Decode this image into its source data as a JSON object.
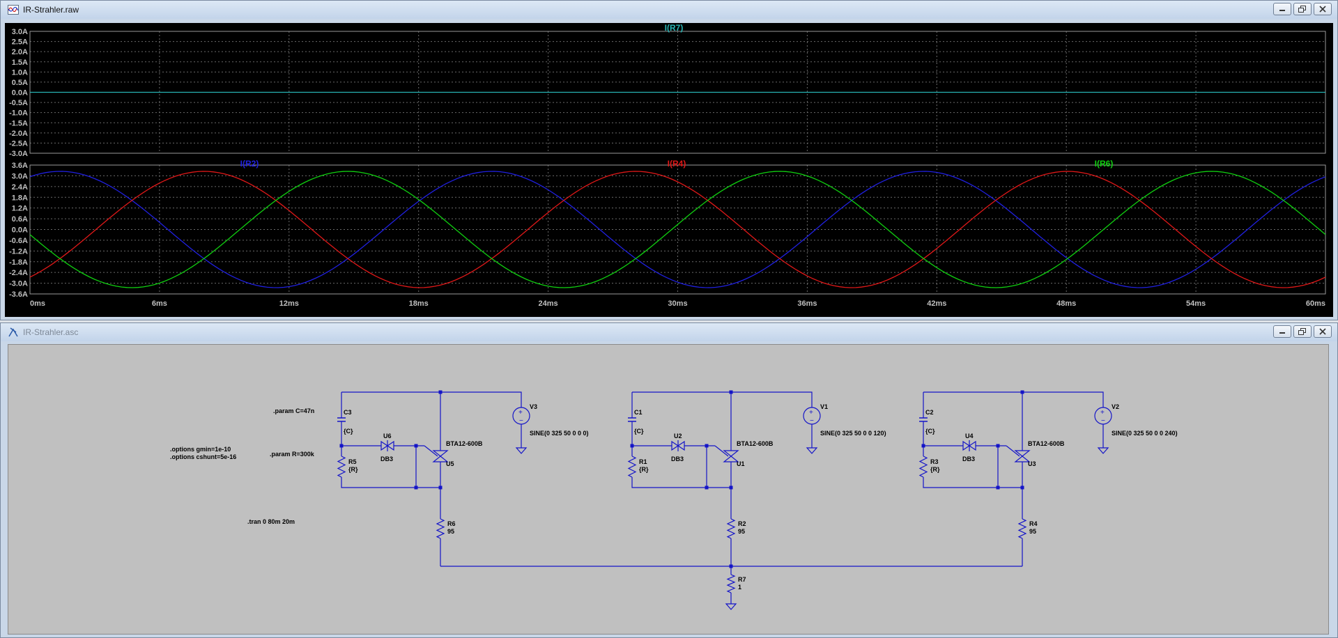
{
  "waveform_window": {
    "title": "IR-Strahler.raw",
    "controls": [
      "minimize-icon",
      "restore-icon",
      "close-icon"
    ]
  },
  "schematic_window": {
    "title": "IR-Strahler.asc",
    "controls": [
      "minimize-icon",
      "restore-icon",
      "close-icon"
    ]
  },
  "colors": {
    "plot_bg": "#000000",
    "grid": "#6b6b6b",
    "frame": "#9a9a9a",
    "tick_text": "#c0c0c0",
    "r7": "#28b4b4",
    "r2": "#2020e0",
    "r4": "#e01818",
    "r6": "#10d010",
    "wire": "#1414c8"
  },
  "chart_data": [
    {
      "type": "line",
      "series": [
        {
          "name": "I(R7)",
          "x": [
            0,
            60
          ],
          "y": [
            0,
            0
          ],
          "color": "#28b4b4"
        }
      ],
      "yticks": [
        "3.0A",
        "2.5A",
        "2.0A",
        "1.5A",
        "1.0A",
        "0.5A",
        "0.0A",
        "-0.5A",
        "-1.0A",
        "-1.5A",
        "-2.0A",
        "-2.5A",
        "-3.0A"
      ],
      "ylim": [
        -3.0,
        3.0
      ],
      "xlim": [
        0,
        60
      ],
      "grid": true
    },
    {
      "type": "line",
      "waveform": {
        "amplitude": 3.25,
        "frequency_hz": 50,
        "phase_deg": {
          "I(R2)": 65,
          "I(R4)": -55,
          "I(R6)": -175
        }
      },
      "series": [
        {
          "name": "I(R2)",
          "color": "#2020e0"
        },
        {
          "name": "I(R4)",
          "color": "#e01818"
        },
        {
          "name": "I(R6)",
          "color": "#10d010"
        }
      ],
      "yticks": [
        "3.6A",
        "3.0A",
        "2.4A",
        "1.8A",
        "1.2A",
        "0.6A",
        "0.0A",
        "-0.6A",
        "-1.2A",
        "-1.8A",
        "-2.4A",
        "-3.0A",
        "-3.6A"
      ],
      "ylim": [
        -3.6,
        3.6
      ],
      "xticks": [
        "0ms",
        "6ms",
        "12ms",
        "18ms",
        "24ms",
        "30ms",
        "36ms",
        "42ms",
        "48ms",
        "54ms",
        "60ms"
      ],
      "xlim": [
        0,
        60
      ],
      "grid": true
    }
  ],
  "schematic": {
    "directives": {
      "param_c": ".param C=47n",
      "param_r": ".param R=300k",
      "options1": ".options gmin=1e-10",
      "options2": ".options cshunt=5e-16",
      "tran": ".tran 0 80m 20m"
    },
    "stages": [
      {
        "cap": "C3",
        "cap_val": "{C}",
        "res": "R5",
        "res_val": "{R}",
        "diac": "U6",
        "diac_model": "DB3",
        "triac": "U5",
        "triac_model": "BTA12-600B",
        "load": "R6",
        "load_val": "95",
        "src": "V3",
        "src_val": "SINE(0 325 50 0 0 0)"
      },
      {
        "cap": "C1",
        "cap_val": "{C}",
        "res": "R1",
        "res_val": "{R}",
        "diac": "U2",
        "diac_model": "DB3",
        "triac": "U1",
        "triac_model": "BTA12-600B",
        "load": "R2",
        "load_val": "95",
        "src": "V1",
        "src_val": "SINE(0 325 50 0 0 120)"
      },
      {
        "cap": "C2",
        "cap_val": "{C}",
        "res": "R3",
        "res_val": "{R}",
        "diac": "U4",
        "diac_model": "DB3",
        "triac": "U3",
        "triac_model": "BTA12-600B",
        "load": "R4",
        "load_val": "95",
        "src": "V2",
        "src_val": "SINE(0 325 50 0 0 240)"
      }
    ],
    "neutral": {
      "res": "R7",
      "res_val": "1"
    }
  }
}
